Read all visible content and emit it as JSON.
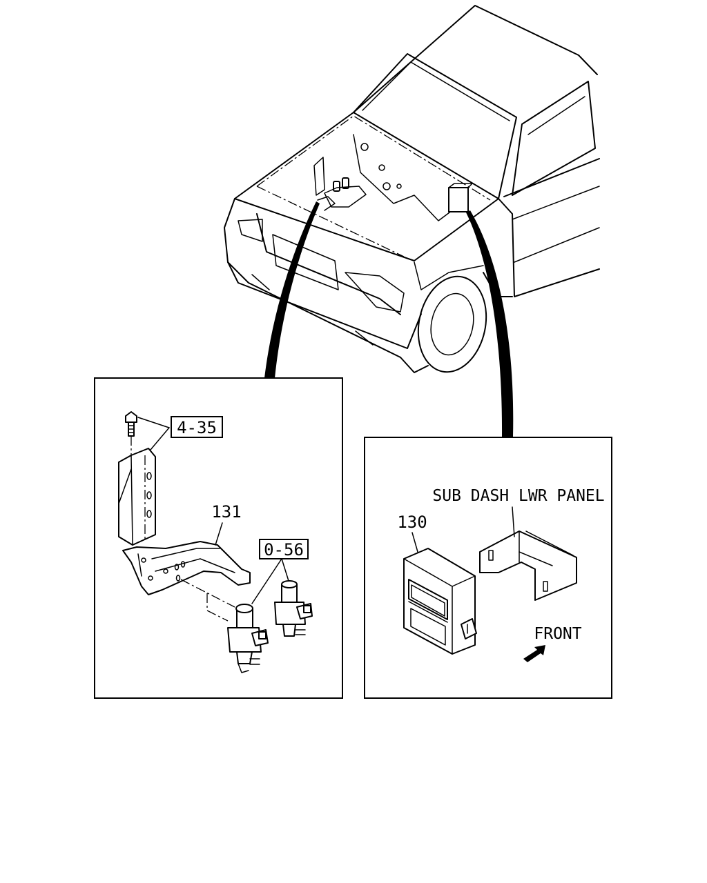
{
  "callouts": {
    "ref_bolt": "4-35",
    "part_bracket": "131",
    "ref_valves": "0-56",
    "part_module": "130",
    "sub_dash_panel": "SUB DASH LWR PANEL",
    "front": "FRONT"
  }
}
